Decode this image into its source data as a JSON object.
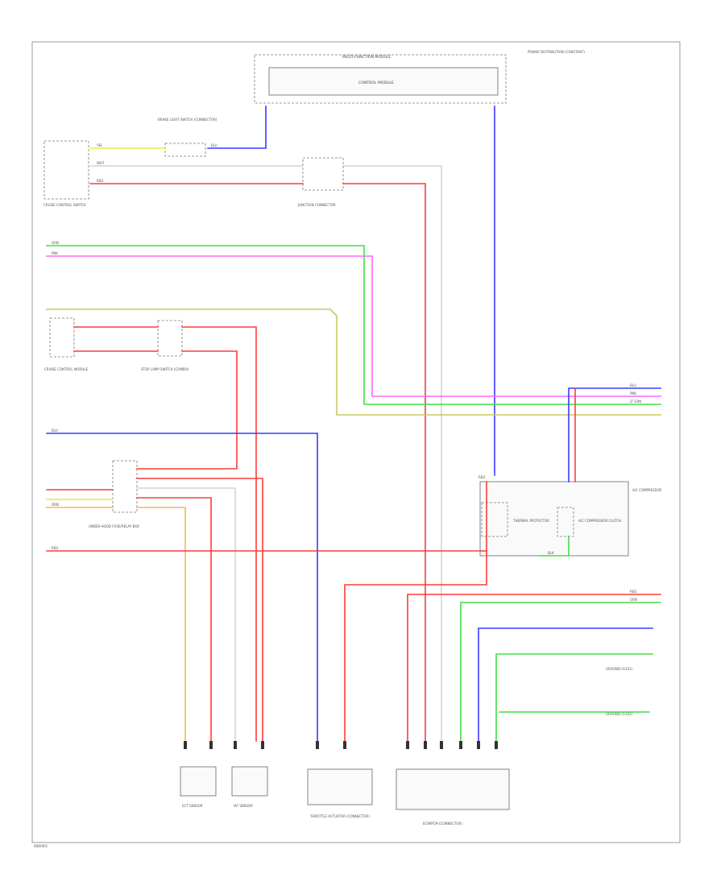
{
  "diagram": {
    "colors": {
      "red": "#ff3b3b",
      "blue": "#3a3aff",
      "green": "#44dd44",
      "magenta": "#ff66ff",
      "yellow": "#e8e84a",
      "orange": "#ffb060",
      "gray": "#bbbbbb"
    },
    "labels": {
      "top_module": "MULTI-FUNCTION MODULE",
      "control_module": "CONTROL MODULE",
      "top_right_note": "POWER DISTRIBUTION (CONSTANT)",
      "brake_light_switch": "BRAKE LIGHT SWITCH (CONNECTOR)",
      "clutch_switch": "CRUISE CONTROL SWITCH",
      "junction_connector": "JUNCTION CONNECTOR",
      "cruise_module": "CRUISE CONTROL MODULE",
      "stop_lamp_switch": "STOP LAMP SWITCH (COMBO)",
      "relay_block": "UNDER-HOOD FUSE/RELAY BOX",
      "ac_compressor": "A/C COMPRESSOR",
      "thermal_protector": "THERMAL PROTECTOR",
      "ac_clutch": "A/C COMPRESSOR CLUTCH",
      "ect_sensor": "ECT SENSOR",
      "iat_sensor": "IAT SENSOR",
      "throttle_actuator": "THROTTLE ACTUATOR (CONNECTOR)",
      "ecm": "ECM/PCM (CONNECTOR)",
      "ground_right_1": "GROUND (G101)",
      "ground_right_2": "GROUND (G102)",
      "footer": "WD0001"
    },
    "wire_codes": {
      "red": "RED",
      "blue": "BLU",
      "green": "GRN",
      "pink": "PNK",
      "white": "WHT",
      "yellow": "YEL",
      "orange": "ORN",
      "blk": "BLK",
      "lt_grn": "LT GRN"
    }
  }
}
